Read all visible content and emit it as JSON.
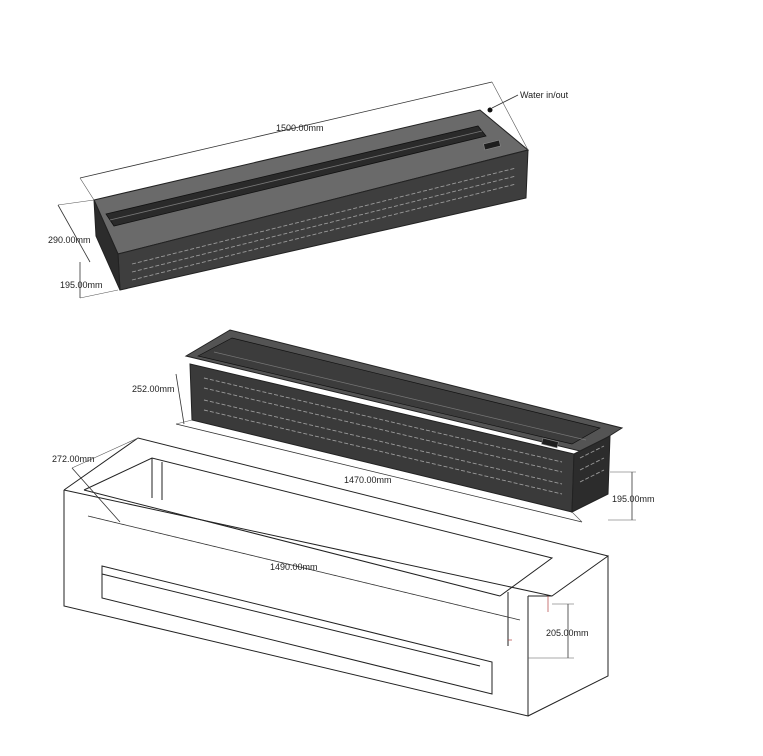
{
  "callouts": {
    "water": "Water in/out"
  },
  "top_unit": {
    "length": "1500.00mm",
    "depth": "290.00mm",
    "height": "195.00mm"
  },
  "insert_unit": {
    "depth": "252.00mm",
    "length": "1470.00mm",
    "height": "195.00mm"
  },
  "cavity": {
    "depth": "272.00mm",
    "length": "1490.00mm",
    "height": "205.00mm"
  },
  "colors": {
    "unit_top": "#5a5a5a",
    "unit_front": "#3c3c3c",
    "unit_side": "#2e2e2e",
    "line": "#222222"
  }
}
